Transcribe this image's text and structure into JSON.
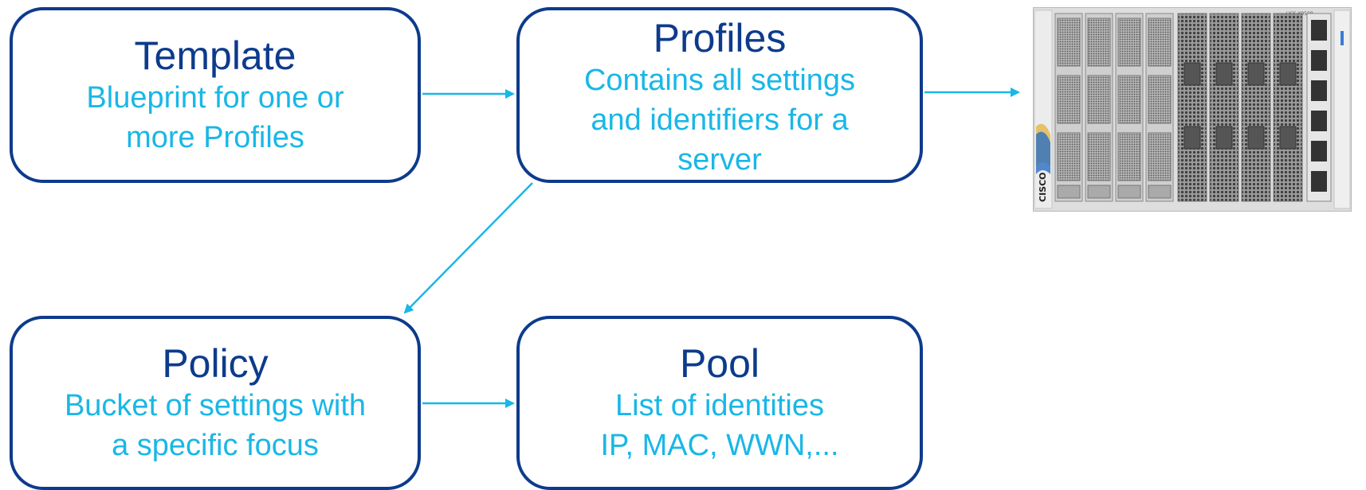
{
  "boxes": {
    "template": {
      "title": "Template",
      "description": "Blueprint for one or\nmore Profiles"
    },
    "profiles": {
      "title": "Profiles",
      "description": "Contains all settings\nand identifiers for a\nserver"
    },
    "policy": {
      "title": "Policy",
      "description": "Bucket of settings with\na specific focus"
    },
    "pool": {
      "title": "Pool",
      "description": "List of identities\nIP, MAC, WWN,..."
    }
  },
  "server_image": {
    "brand": "CISCO",
    "model_label": "UCS-X9508"
  },
  "colors": {
    "box_border": "#0d3b8c",
    "title_text": "#0d3b8c",
    "description_text": "#19b7e6",
    "arrow": "#19b7e6"
  }
}
